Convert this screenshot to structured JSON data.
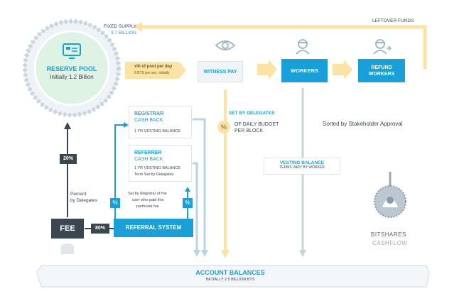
{
  "reserve_pool": {
    "title": "RESERVE POOL",
    "subtitle": "Initially 1.2 Billion"
  },
  "fixed_supply": {
    "line1": "FIXED SUPPLY",
    "line2": "3.7 BILLION"
  },
  "leftover_funds": "LEFTOVER FUNDS",
  "pool_per_day": {
    "line1": "x% of pool per day",
    "line2": "5 BTS per sec. initially"
  },
  "witness_pay": "WITNESS PAY",
  "workers": "WORKERS",
  "refund_workers": {
    "line1": "REFUND",
    "line2": "WORKERS"
  },
  "set_by_delegates": "SET BY DELEGATES",
  "daily_budget": {
    "line1": "OF DAILY BUDGET",
    "line2": "PER BLOCK"
  },
  "percent_symbol": "%",
  "sorted_by": "Sorted by Stakeholder Approval",
  "vesting_balance": {
    "title": "VESTING BALANCE",
    "sub": "TERMS VARY BY WORKER"
  },
  "registrar": {
    "line1": "REGISTRAR",
    "line2": "CASH BACK",
    "detail": "1 YR VESTING BALANCE"
  },
  "referrer": {
    "line1": "REFERRER",
    "line2": "CASH BACK",
    "detail1": "1 YR VESTING BALANCE",
    "detail2": "Term Set by Delegates"
  },
  "twenty_pct": "20%",
  "percent_by_delegates": {
    "line1": "Percent",
    "line2": "by Delegates"
  },
  "set_by_registrar": {
    "line1": "Set by Registrar of the",
    "line2": "user who paid this",
    "line3": "particular fee"
  },
  "fee": "FEE",
  "eighty_pct": "80%",
  "referral_system": "REFERRAL SYSTEM",
  "bitshares": {
    "line1": "BITSHARES",
    "line2": "CASHFLOW"
  },
  "account_balances": {
    "title": "ACCOUNT BALANCES",
    "sub": "INITIALLY 2.5 BILLION BTS"
  },
  "icons": [
    "monitor-icon",
    "eye-icon",
    "worker-icon",
    "refund-worker-icon",
    "registrar-people-icon",
    "referrer-people-icon",
    "bitshares-logo"
  ],
  "colors": {
    "teal": "#1aa0d8",
    "yellow": "#fbe3a4",
    "arrow_blue": "#b9d3e6",
    "dark": "#3a4650",
    "pool_green": "#dff3e4"
  }
}
